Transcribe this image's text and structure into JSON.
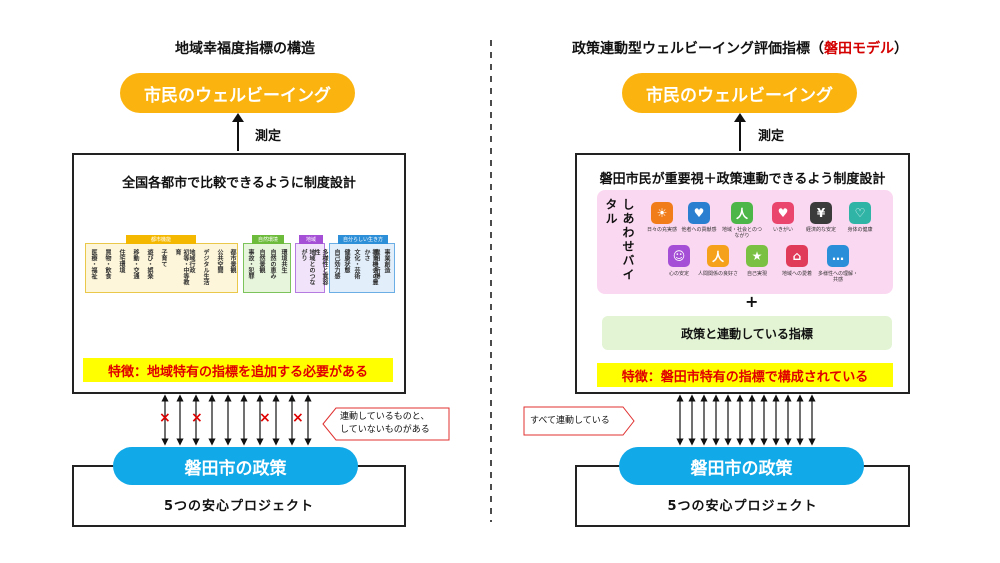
{
  "left": {
    "title": "地域幸福度指標の構造",
    "wellbeing": "市民のウェルビーイング",
    "measure": "測定",
    "box_heading": "全国各都市で比較できるように制度設計",
    "feature": "特徴：地域特有の指標を追加する必要がある",
    "callout": [
      "連動しているものと、",
      "していないものがある"
    ],
    "policy": "磐田市の政策",
    "project": "5つの安心プロジェクト",
    "categories": [
      {
        "name": "都市機能",
        "color": "#f5b800",
        "items": [
          "医療・福祉",
          "買物・飲食",
          "住宅環境",
          "移動・交通",
          "遊び・娯楽",
          "子育て",
          "初等・中等教育",
          "地域行政",
          "デジタル生活",
          "公共空間",
          "都市景観"
        ]
      },
      {
        "name": "自然環境",
        "color": "#6dbb3a",
        "items": [
          "事故・犯罪",
          "自然景観",
          "自然の恵み",
          "環境共生"
        ]
      },
      {
        "name": "地域",
        "color": "#a54fd6",
        "items": [
          "地域とのつながり",
          "多様性と寛容性"
        ]
      },
      {
        "name": "自分らしい生き方",
        "color": "#2d8fd8",
        "items": [
          "自己効力感",
          "健康状態",
          "文化・芸術",
          "教育機会の豊かさ",
          "雇用・所得",
          "事業創造"
        ]
      }
    ]
  },
  "right": {
    "title_main": "政策連動型ウェルビーイング評価指標（",
    "title_accent": "磐田モデル",
    "title_end": "）",
    "wellbeing": "市民のウェルビーイング",
    "measure": "測定",
    "box_heading": "磐田市民が重要視＋政策連動できるよう制度設計",
    "vital_label": "しあわせバイタル",
    "vital_items": [
      {
        "label": "日々の充実感",
        "color": "#f07d1a",
        "icon": "☀"
      },
      {
        "label": "他者への貢献感",
        "color": "#2a7fd0",
        "icon": "♥"
      },
      {
        "label": "地域・社会とのつながり",
        "color": "#4cb648",
        "icon": "人"
      },
      {
        "label": "いきがい",
        "color": "#e9456d",
        "icon": "♥"
      },
      {
        "label": "経済的な安定",
        "color": "#3b3b3b",
        "icon": "¥"
      },
      {
        "label": "身体の健康",
        "color": "#2fb4a6",
        "icon": "♡"
      },
      {
        "label": "心の安定",
        "color": "#a54fd6",
        "icon": "☺"
      },
      {
        "label": "人間関係の良好さ",
        "color": "#f5a11c",
        "icon": "人"
      },
      {
        "label": "自己実現",
        "color": "#7ac143",
        "icon": "★"
      },
      {
        "label": "地域への愛着",
        "color": "#e03c5a",
        "icon": "⌂"
      },
      {
        "label": "多様性への理解・共感",
        "color": "#2a8fd8",
        "icon": "…"
      }
    ],
    "plus": "+",
    "policy_metrics": "政策と連動している指標",
    "feature": "特徴：磐田市特有の指標で構成されている",
    "callout": "すべて連動している",
    "policy": "磐田市の政策",
    "project": "5つの安心プロジェクト"
  },
  "marks": {
    "cross": "×"
  }
}
